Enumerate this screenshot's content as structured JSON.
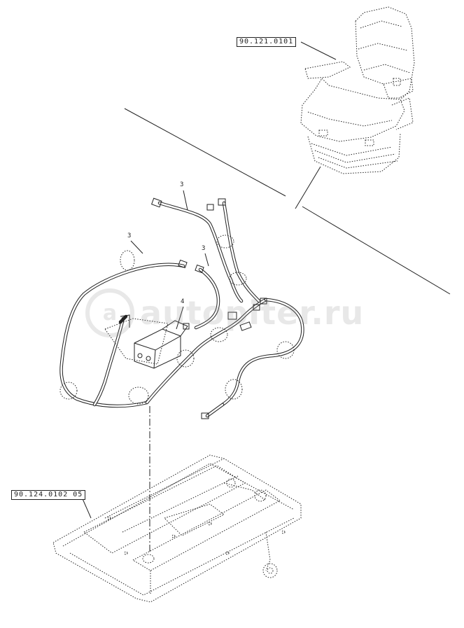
{
  "references": {
    "seat": "90.121.0101",
    "seat_base": "90.124.0102 05"
  },
  "callouts": {
    "top_hose": "3",
    "left_hose": "3",
    "middle_hose": "3",
    "valve": "4"
  },
  "watermark": {
    "logo": "a",
    "text": "autopiter.ru"
  },
  "colors": {
    "line": "#222222",
    "watermark": "#9a9a9a"
  }
}
